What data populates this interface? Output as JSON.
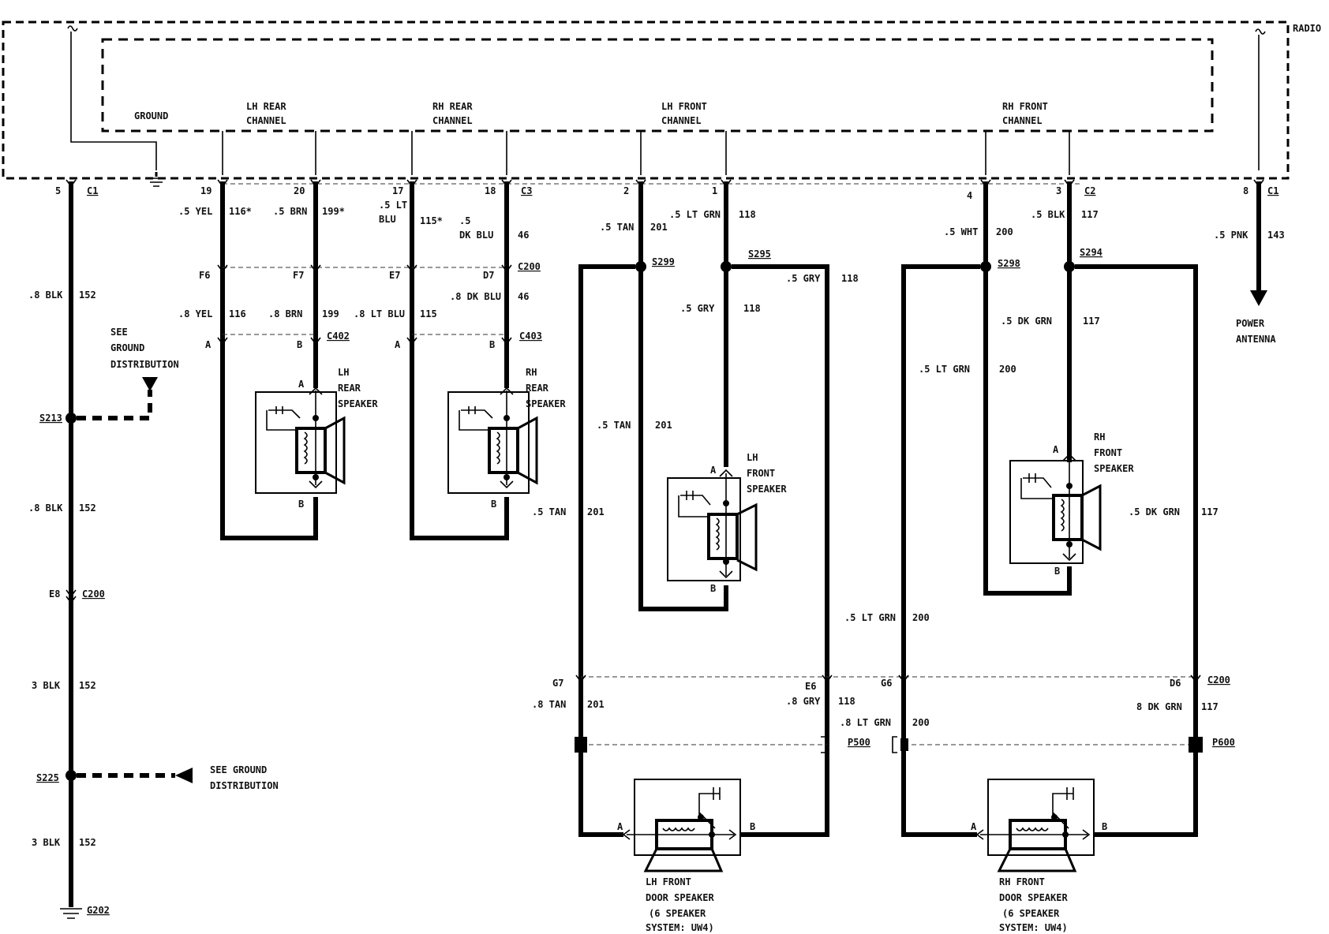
{
  "radio": {
    "label": "RADIO",
    "ground": "GROUND",
    "lh_rear_1": "LH REAR",
    "lh_rear_2": "CHANNEL",
    "rh_rear_1": "RH REAR",
    "rh_rear_2": "CHANNEL",
    "lh_front_1": "LH FRONT",
    "lh_front_2": "CHANNEL",
    "rh_front_1": "RH FRONT",
    "rh_front_2": "CHANNEL"
  },
  "pins": {
    "p5": "5",
    "p19": "19",
    "p20": "20",
    "p17": "17",
    "p18": "18",
    "p2": "2",
    "p1": "1",
    "p4": "4",
    "p3": "3",
    "p8": "8",
    "c1a": "C1",
    "c3": "C3",
    "c2": "C2",
    "c1b": "C1"
  },
  "wires": {
    "yel_5": ".5 YEL",
    "n116s": "116*",
    "brn_5": ".5 BRN",
    "n199s": "199*",
    "ltblu_5a": ".5 LT",
    "ltblu_5b": "BLU",
    "n115s": "115*",
    "dkblu_5a": ".5",
    "dkblu_5b": "DK BLU",
    "n46a": "46",
    "tan_5": ".5 TAN",
    "n201a": "201",
    "ltgrn_5": ".5 LT GRN",
    "n118a": "118",
    "wht_5": ".5 WHT",
    "n200a": "200",
    "blk_5": ".5 BLK",
    "n117a": "117",
    "pnk_5": ".5 PNK",
    "n143": "143",
    "blk_8a": ".8 BLK",
    "n152a": "152",
    "yel_8": ".8 YEL",
    "n116": "116",
    "brn_8": ".8 BRN",
    "n199": "199",
    "ltblu_8": ".8 LT BLU",
    "n115": "115",
    "dkblu_8": ".8 DK BLU",
    "n46b": "46",
    "gry_5a": ".5 GRY",
    "n118b": "118",
    "gry_5b": ".5 GRY",
    "n118c": "118",
    "dkgrn_5a": ".5 DK GRN",
    "n117b": "117",
    "ltgrn_5b": ".5 LT GRN",
    "n200b": "200",
    "tan_5b": ".5 TAN",
    "n201b": "201",
    "tan_5c": ".5 TAN",
    "n201c": "201",
    "dkgrn_5b": ".5 DK GRN",
    "n117c": "117",
    "blk_8b": ".8 BLK",
    "n152b": "152",
    "ltgrn_5c": ".5 LT GRN",
    "n200c": "200",
    "blk_3a": "3 BLK",
    "n152c": "152",
    "tan_8": ".8 TAN",
    "n201d": "201",
    "gry_8": ".8 GRY",
    "n118d": "118",
    "ltgrn_8": ".8 LT GRN",
    "n200d": "200",
    "dkgrn_8": "8 DK GRN",
    "n117d": "117",
    "blk_3b": "3 BLK",
    "n152d": "152"
  },
  "connectors": {
    "f6": "F6",
    "f7": "F7",
    "e7": "E7",
    "d7": "D7",
    "c200a": "C200",
    "c402": "C402",
    "c403": "C403",
    "a1": "A",
    "b1": "B",
    "a2": "A",
    "b2": "B",
    "e8": "E8",
    "c200b": "C200",
    "g7": "G7",
    "e6": "E6",
    "g6": "G6",
    "d6": "D6",
    "c200c": "C200",
    "p500": "P500",
    "p600": "P600"
  },
  "splices": {
    "s299": "S299",
    "s295": "S295",
    "s298": "S298",
    "s294": "S294",
    "s213": "S213",
    "s225": "S225",
    "g202": "G202"
  },
  "speakers": {
    "lh_rear": [
      "LH",
      "REAR",
      "SPEAKER"
    ],
    "rh_rear": [
      "RH",
      "REAR",
      "SPEAKER"
    ],
    "lh_front": [
      "LH",
      "FRONT",
      "SPEAKER"
    ],
    "rh_front": [
      "RH",
      "FRONT",
      "SPEAKER"
    ],
    "lh_door": [
      "LH FRONT",
      "DOOR SPEAKER",
      "(6 SPEAKER",
      "SYSTEM: UW4)"
    ],
    "rh_door": [
      "RH FRONT",
      "DOOR SPEAKER",
      "(6 SPEAKER",
      "SYSTEM: UW4)"
    ],
    "pin_a": "A",
    "pin_b": "B"
  },
  "notes": {
    "see_ground_1": "SEE",
    "see_ground_2": "GROUND",
    "see_ground_3": "DISTRIBUTION",
    "see_ground_4": "SEE GROUND",
    "see_ground_5": "DISTRIBUTION",
    "power_antenna_1": "POWER",
    "power_antenna_2": "ANTENNA"
  }
}
